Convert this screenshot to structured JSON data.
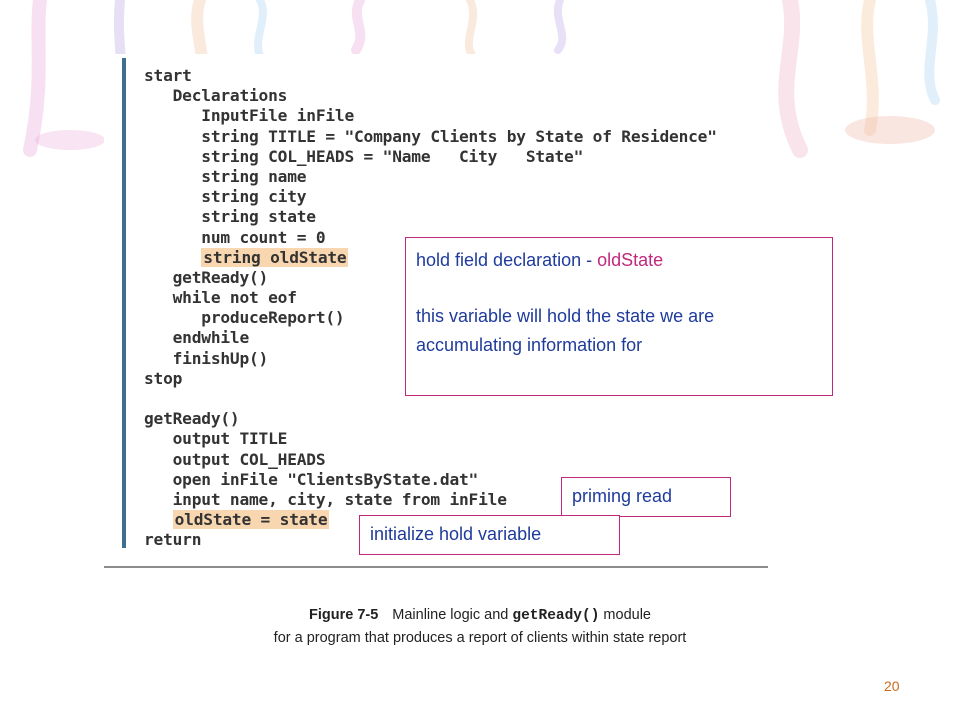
{
  "code_lines": [
    {
      "indent": "",
      "text": "start"
    },
    {
      "indent": "   ",
      "text": "Declarations"
    },
    {
      "indent": "      ",
      "text": "InputFile inFile"
    },
    {
      "indent": "      ",
      "text": "string TITLE = \"Company Clients by State of Residence\""
    },
    {
      "indent": "      ",
      "text": "string COL_HEADS = \"Name   City   State\""
    },
    {
      "indent": "      ",
      "text": "string name"
    },
    {
      "indent": "      ",
      "text": "string city"
    },
    {
      "indent": "      ",
      "text": "string state"
    },
    {
      "indent": "      ",
      "text": "num count = 0"
    },
    {
      "indent": "      ",
      "text": "string oldState",
      "highlight": true
    },
    {
      "indent": "   ",
      "text": "getReady()"
    },
    {
      "indent": "   ",
      "text": "while not eof"
    },
    {
      "indent": "      ",
      "text": "produceReport()"
    },
    {
      "indent": "   ",
      "text": "endwhile"
    },
    {
      "indent": "   ",
      "text": "finishUp()"
    },
    {
      "indent": "",
      "text": "stop"
    },
    {
      "indent": "",
      "text": ""
    },
    {
      "indent": "",
      "text": "getReady()"
    },
    {
      "indent": "   ",
      "text": "output TITLE"
    },
    {
      "indent": "   ",
      "text": "output COL_HEADS"
    },
    {
      "indent": "   ",
      "text": "open inFile \"ClientsByState.dat\""
    },
    {
      "indent": "   ",
      "text": "input name, city, state from inFile"
    },
    {
      "indent": "   ",
      "text": "oldState = state",
      "highlight": true
    },
    {
      "indent": "",
      "text": "return"
    }
  ],
  "callouts": {
    "hold_field": {
      "heading": "hold field declaration - ",
      "heading_accent": "oldState",
      "body": "this variable will hold the state we are accumulating information for"
    },
    "priming_read": "priming read",
    "initialize_hold": "initialize hold variable"
  },
  "caption": {
    "figure_label": "Figure 7-5",
    "text_before": "Mainline logic and ",
    "code_word": "getReady()",
    "text_after": " module",
    "line2": "for a program that produces a report of clients within state report"
  },
  "page_number": "20",
  "colors": {
    "callout_border": "#c0297b",
    "callout_text": "#1f3b9c",
    "highlight": "#f8d7b0",
    "page_number": "#c96a1e"
  }
}
